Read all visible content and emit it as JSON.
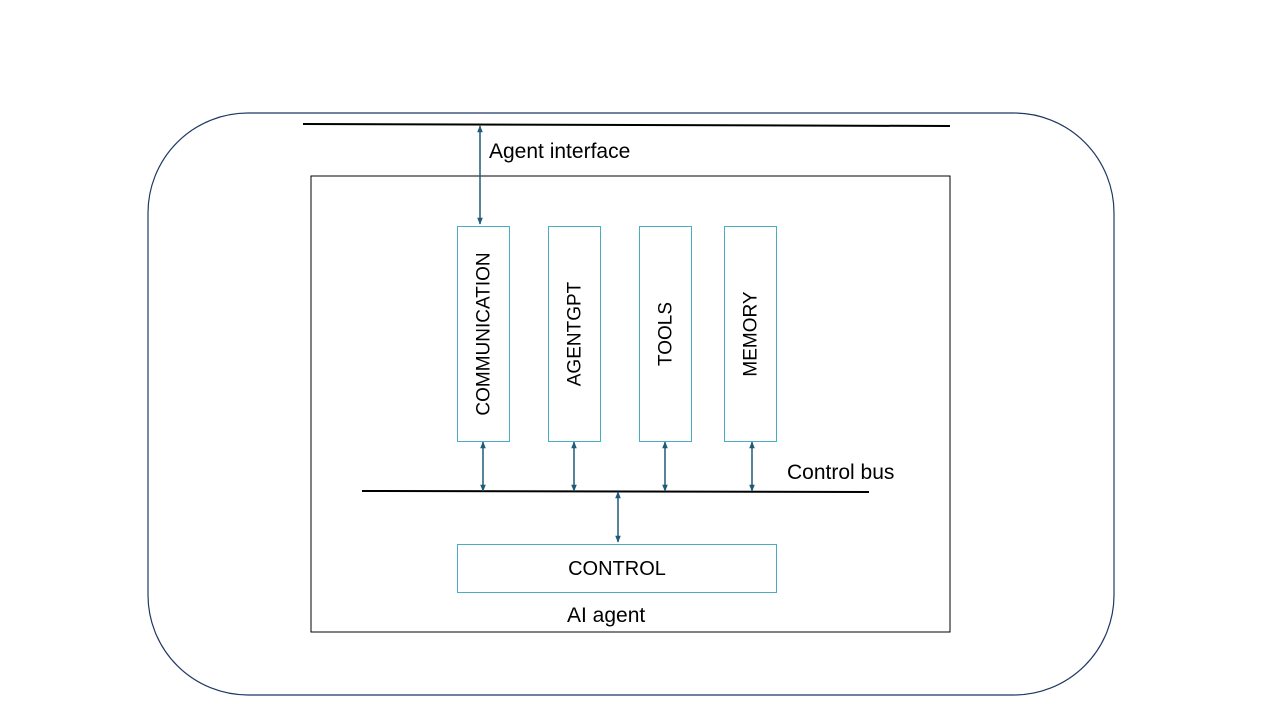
{
  "diagram": {
    "agent_interface_label": "Agent interface",
    "control_bus_label": "Control bus",
    "ai_agent_label": "AI agent",
    "modules": [
      {
        "label": "COMMUNICATION"
      },
      {
        "label": "AGENTGPT"
      },
      {
        "label": "TOOLS"
      },
      {
        "label": "MEMORY"
      }
    ],
    "control_label": "CONTROL"
  },
  "colors": {
    "outer_border": "#1f3864",
    "module_border": "#4bacc6",
    "arrow": "#1f5a78",
    "bus_line": "#000000"
  }
}
